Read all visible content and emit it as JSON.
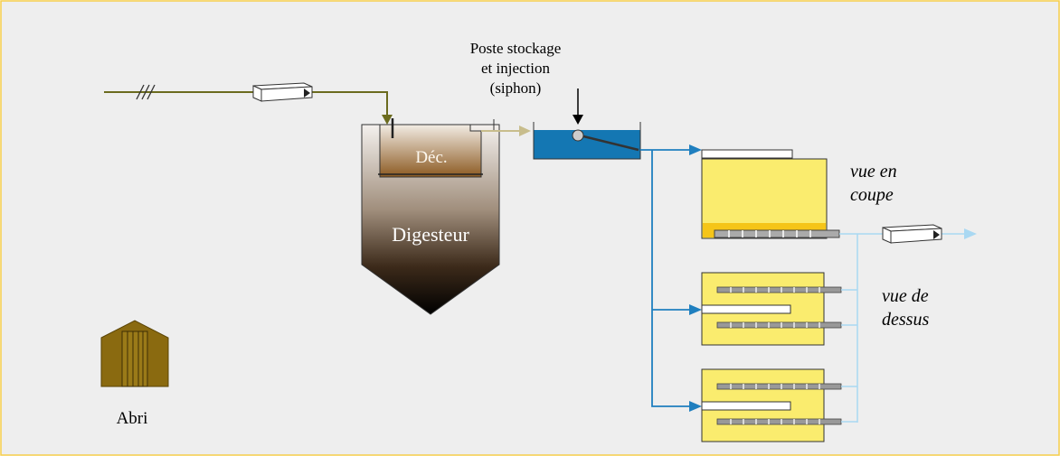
{
  "labels": {
    "station_line1": "Poste stockage",
    "station_line2": "et injection",
    "station_line3": "(siphon)",
    "decanter": "Déc.",
    "digester": "Digesteur",
    "section_view_line1": "vue en",
    "section_view_line2": "coupe",
    "top_view_line1": "vue de",
    "top_view_line2": "dessus",
    "shelter": "Abri"
  },
  "colors": {
    "background": "#eeeeee",
    "border": "#f5cd4a",
    "inflow_pipe": "#6b6b1e",
    "overflow_pipe": "#c8bd8c",
    "distribution_pipe": "#1f7fbf",
    "effluent_pipe": "#a9d8f2",
    "siphon_water": "#1477b3",
    "filter_yellow": "#faec6e",
    "filter_bottom": "#f5c518",
    "shelter_brown": "#8a6a10"
  },
  "icons": {
    "fosse": "pipe-break-icon",
    "shelter": "shelter-icon",
    "arrow": "flow-arrow-icon"
  }
}
